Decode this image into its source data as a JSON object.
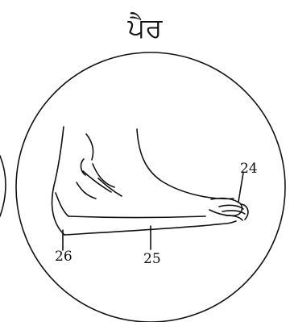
{
  "title": "ਪੈਰ",
  "callouts": {
    "toe_point": "24",
    "sole_point": "25",
    "heel_point": "26"
  }
}
